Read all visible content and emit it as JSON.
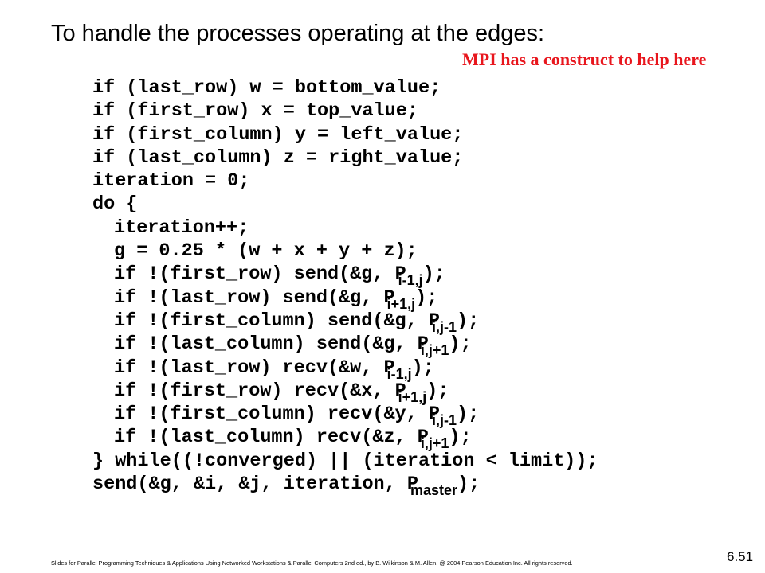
{
  "slide": {
    "title": "To handle the processes operating at the edges:",
    "callout": "MPI has a construct to help here",
    "footer": "Slides for Parallel Programming Techniques & Applications Using Networked Workstations & Parallel Computers 2nd ed., by B. Wilkinson & M. Allen, @ 2004 Pearson Education Inc. All rights reserved.",
    "slide_number": "6.51"
  },
  "colors": {
    "callout": "#e8161d",
    "text": "#000000",
    "background": "#ffffff"
  },
  "code": {
    "lines": [
      {
        "indent": 0,
        "text": "if (last_row) w = bottom_value;"
      },
      {
        "indent": 0,
        "text": "if (first_row) x = top_value;"
      },
      {
        "indent": 0,
        "text": "if (first_column) y = left_value;"
      },
      {
        "indent": 0,
        "text": "if (last_column) z = right_value;"
      },
      {
        "indent": 0,
        "text": "iteration = 0;"
      },
      {
        "indent": 0,
        "text": "do {"
      },
      {
        "indent": 1,
        "text": "iteration++;"
      },
      {
        "indent": 1,
        "text": "g = 0.25 * (w + x + y + z);"
      },
      {
        "indent": 1,
        "text": "if !(first_row) send(&g, ",
        "proc": "P",
        "sub": "i-1,j",
        "tail": ");"
      },
      {
        "indent": 1,
        "text": "if !(last_row) send(&g, ",
        "proc": "P",
        "sub": "i+1,j",
        "tail": ");"
      },
      {
        "indent": 1,
        "text": "if !(first_column) send(&g, ",
        "proc": "P",
        "sub": "i,j-1",
        "tail": ");"
      },
      {
        "indent": 1,
        "text": "if !(last_column) send(&g, ",
        "proc": "P",
        "sub": "i,j+1",
        "tail": ");"
      },
      {
        "indent": 1,
        "text": "if !(last_row) recv(&w, ",
        "proc": "P",
        "sub": "i-1,j",
        "tail": ");"
      },
      {
        "indent": 1,
        "text": "if !(first_row) recv(&x, ",
        "proc": "P",
        "sub": "i+1,j",
        "tail": ");"
      },
      {
        "indent": 1,
        "text": "if !(first_column) recv(&y, ",
        "proc": "P",
        "sub": "i,j-1",
        "tail": ");"
      },
      {
        "indent": 1,
        "text": "if !(last_column) recv(&z, ",
        "proc": "P",
        "sub": "i,j+1",
        "tail": ");"
      },
      {
        "indent": 0,
        "text": "} while((!converged) || (iteration < limit));"
      },
      {
        "indent": 0,
        "text": "send(&g, &i, &j, iteration, ",
        "proc": "P",
        "sub": "master",
        "tail": ");"
      }
    ]
  }
}
